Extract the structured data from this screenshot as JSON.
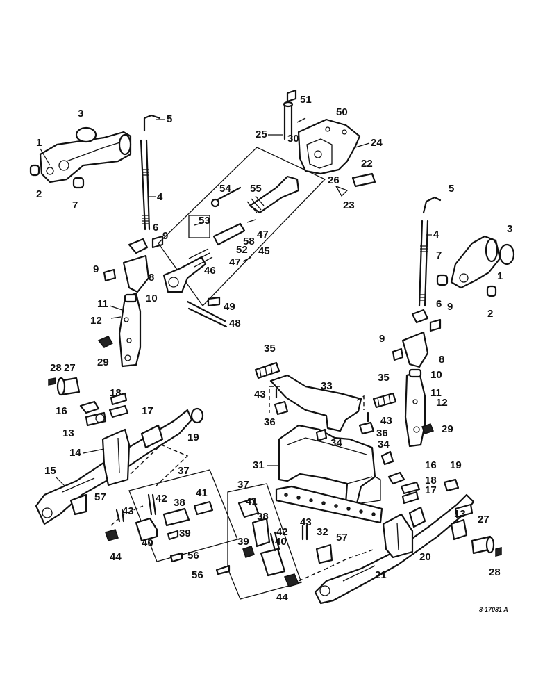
{
  "drawing_ref": "8-17081 A",
  "parts": [
    {
      "label": "1"
    },
    {
      "label": "2"
    },
    {
      "label": "3"
    },
    {
      "label": "4"
    },
    {
      "label": "5"
    },
    {
      "label": "6"
    },
    {
      "label": "7"
    },
    {
      "label": "8"
    },
    {
      "label": "9"
    },
    {
      "label": "10"
    },
    {
      "label": "11"
    },
    {
      "label": "12"
    },
    {
      "label": "13"
    },
    {
      "label": "14"
    },
    {
      "label": "15"
    },
    {
      "label": "16"
    },
    {
      "label": "17"
    },
    {
      "label": "18"
    },
    {
      "label": "19"
    },
    {
      "label": "20"
    },
    {
      "label": "21"
    },
    {
      "label": "22"
    },
    {
      "label": "23"
    },
    {
      "label": "24"
    },
    {
      "label": "25"
    },
    {
      "label": "26"
    },
    {
      "label": "27"
    },
    {
      "label": "28"
    },
    {
      "label": "29"
    },
    {
      "label": "30"
    },
    {
      "label": "31"
    },
    {
      "label": "32"
    },
    {
      "label": "33"
    },
    {
      "label": "34"
    },
    {
      "label": "35"
    },
    {
      "label": "36"
    },
    {
      "label": "37"
    },
    {
      "label": "38"
    },
    {
      "label": "39"
    },
    {
      "label": "40"
    },
    {
      "label": "41"
    },
    {
      "label": "42"
    },
    {
      "label": "43"
    },
    {
      "label": "44"
    },
    {
      "label": "45"
    },
    {
      "label": "46"
    },
    {
      "label": "47"
    },
    {
      "label": "48"
    },
    {
      "label": "49"
    },
    {
      "label": "50"
    },
    {
      "label": "51"
    },
    {
      "label": "52"
    },
    {
      "label": "53"
    },
    {
      "label": "54"
    },
    {
      "label": "55"
    },
    {
      "label": "56"
    },
    {
      "label": "57"
    },
    {
      "label": "58"
    }
  ]
}
